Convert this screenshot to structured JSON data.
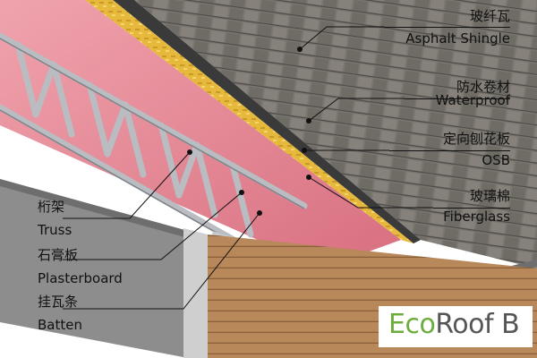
{
  "labels": {
    "shingle": {
      "zh": "玻纤瓦",
      "en": "Asphalt Shingle"
    },
    "waterproof": {
      "zh": "防水卷材",
      "en": "Waterproof"
    },
    "osb": {
      "zh": "定向刨花板",
      "en": "OSB"
    },
    "fiberglass": {
      "zh": "玻璃棉",
      "en": "Fiberglass"
    },
    "truss": {
      "zh": "桁架",
      "en": "Truss"
    },
    "plasterboard": {
      "zh": "石膏板",
      "en": "Plasterboard"
    },
    "batten": {
      "zh": "挂瓦条",
      "en": "Batten"
    }
  },
  "logo": {
    "eco": "Eco",
    "rest": "Roof B"
  },
  "colors": {
    "shingle": "#7a7670",
    "osb": "#e6b93c",
    "fiberglass": "#e98a98",
    "steel": "#b9bdc2",
    "siding": "#b8875a",
    "logo_green": "#6cad3c",
    "logo_gray": "#555555"
  }
}
